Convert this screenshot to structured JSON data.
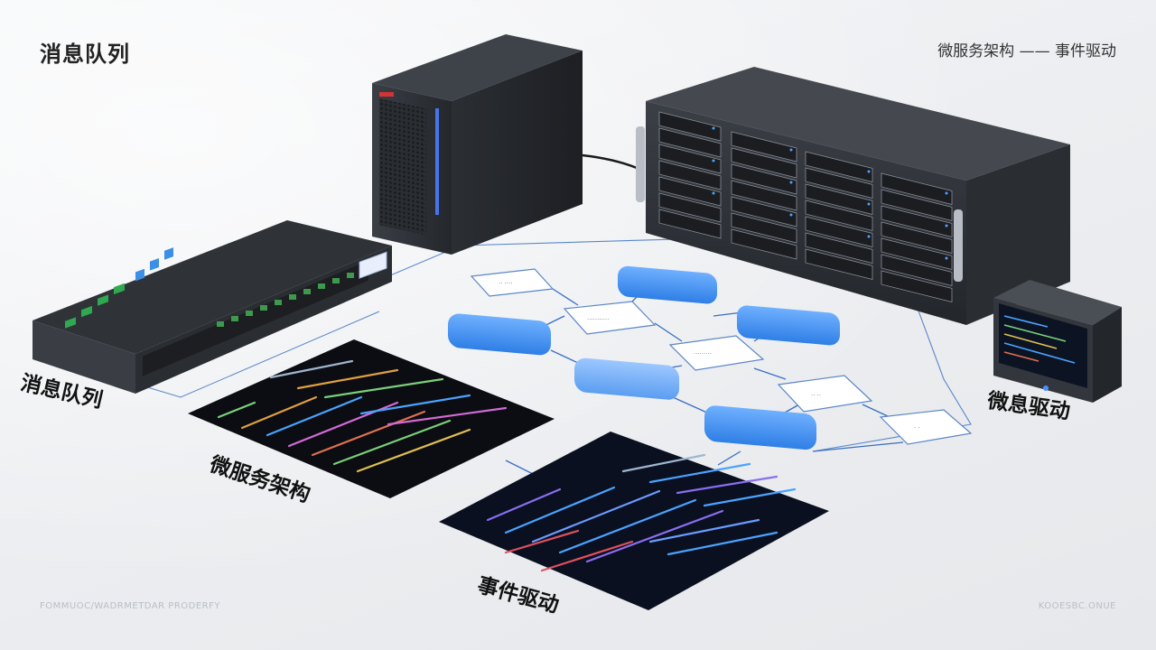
{
  "header": {
    "title": "消息队列",
    "subtitle": "微服务架构 —— 事件驱动"
  },
  "labels": {
    "queue": "消息队列",
    "microservices": "微服务架构",
    "event_driven": "事件驱动",
    "micro_drive": "微息驱动"
  },
  "footer": {
    "left": "FOMMUOC/WADRMETDAR PRODERFY",
    "right": "KOOESBC.ONUE"
  },
  "colors": {
    "background": "#eceef1",
    "flow_node_blue": "#3d8eec",
    "flow_line": "#3a6fc2",
    "device_dark": "#2a2d33",
    "screen_dark": "#0b0d12"
  }
}
